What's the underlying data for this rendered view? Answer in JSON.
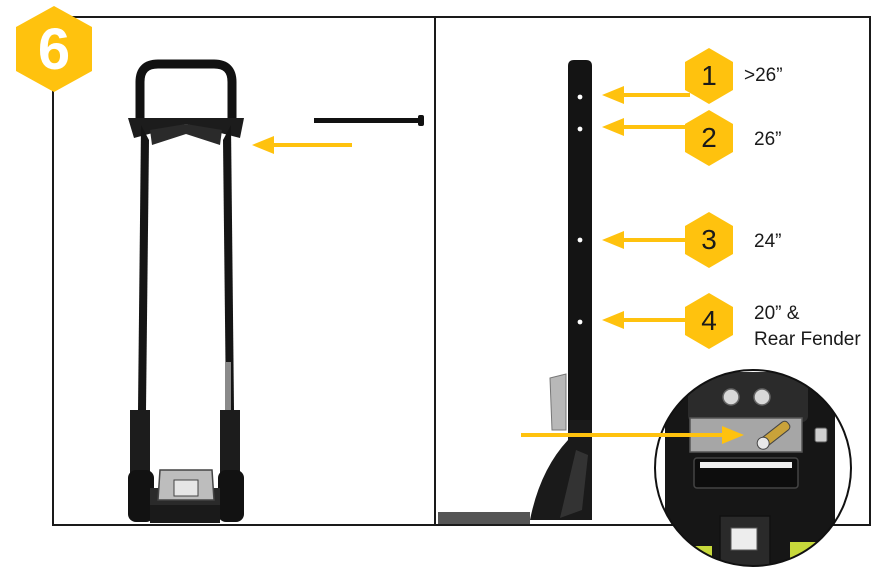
{
  "step": {
    "number": "6",
    "color": "#ffc20e"
  },
  "accent_color": "#ffc20e",
  "positions": [
    {
      "number": "1",
      "label": ">26”"
    },
    {
      "number": "2",
      "label": "26”"
    },
    {
      "number": "3",
      "label": "24”"
    },
    {
      "number": "4",
      "label": "20” &",
      "label2": "Rear Fender"
    }
  ],
  "icons": [
    "step-hexagon-icon",
    "arrow-icon",
    "hand-truck-illustration",
    "frame-rail-illustration",
    "pin-rod-illustration",
    "detail-zoom-illustration"
  ]
}
